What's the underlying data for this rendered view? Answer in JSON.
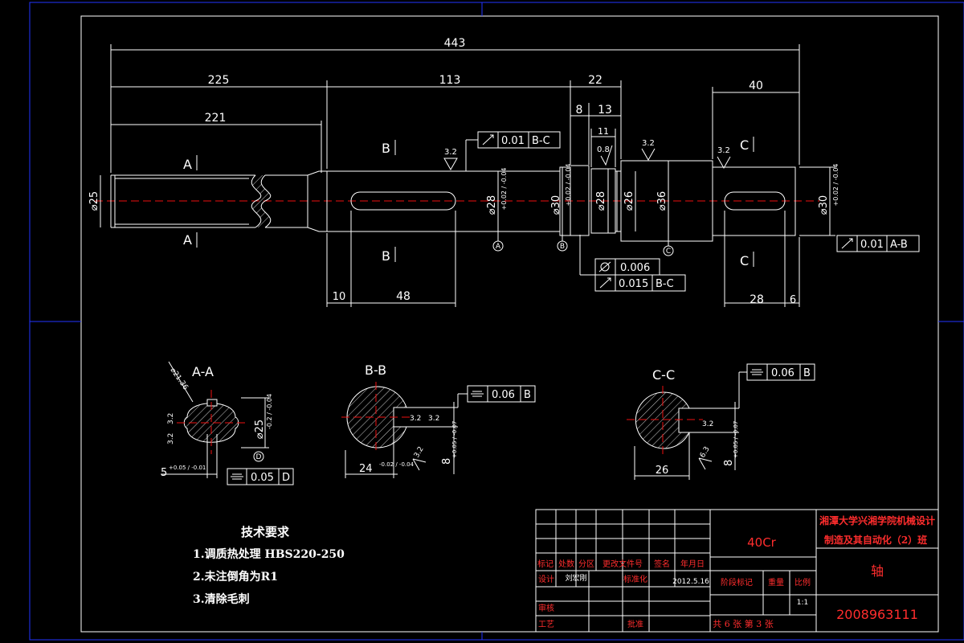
{
  "dimensions": {
    "total_length": "443",
    "left_section": "225",
    "left_thread": "221",
    "mid_section": "113",
    "step_22": "22",
    "step_8": "8",
    "step_13": "13",
    "step_11": "11",
    "right_40": "40",
    "key_offset_10": "10",
    "key_length_48": "48",
    "key_right_28": "28",
    "key_right_6": "6",
    "dia_25": "⌀25",
    "dia_28_fit": "⌀28",
    "dia_28_tol": "+0.02 / -0.04",
    "dia_30_fit": "⌀30",
    "dia_30_tol": "+0.02 / -0.04",
    "dia_28": "⌀28",
    "dia_26": "⌀26",
    "dia_36": "⌀36",
    "dia_30_right": "⌀30",
    "roughness_32": "3.2",
    "roughness_08": "0.8",
    "roughness_63": "6.3"
  },
  "section_marks": {
    "a": "A",
    "b": "B",
    "c": "C"
  },
  "datums": {
    "a": "A",
    "b": "B",
    "c": "C",
    "d": "D"
  },
  "tolerance_frames": {
    "runout_bc": {
      "value": "0.01",
      "datum": "B-C"
    },
    "runout_ab": {
      "value": "0.01",
      "datum": "A-B"
    },
    "cyl": {
      "value": "0.006"
    },
    "runout_bc2": {
      "value": "0.015",
      "datum": "B-C"
    },
    "sym_b": {
      "value": "0.06",
      "datum": "B"
    },
    "sym_c": {
      "value": "0.06",
      "datum": "B"
    },
    "sym_a": {
      "value": "0.05",
      "datum": "D"
    }
  },
  "sections": {
    "aa": {
      "title": "A-A",
      "dia": "⌀25",
      "tol": "-0.2 / -0.04",
      "width": "5",
      "width_tol": "+0.05 / -0.01",
      "thread": "⌀21.36"
    },
    "bb": {
      "title": "B-B",
      "depth": "24",
      "depth_tol": "-0.02 / -0.04",
      "key": "8",
      "key_tol": "+0.05 / -0.07"
    },
    "cc": {
      "title": "C-C",
      "depth": "26",
      "key": "8",
      "key_tol": "+0.05 / -0.07"
    }
  },
  "notes": {
    "title": "技术要求",
    "items": [
      "1.调质热处理 HBS220-250",
      "2.未注倒角为R1",
      "3.清除毛刺"
    ]
  },
  "title_block": {
    "school": "湘潭大学兴湘学院机械设计",
    "class": "制造及其自动化（2）班",
    "material": "40Cr",
    "part_name": "轴",
    "drawing_no": "2008963111",
    "headers": [
      "标记",
      "处数",
      "分区",
      "更改文件号",
      "签名",
      "年月日"
    ],
    "design_label": "设计",
    "designer": "刘宏刚",
    "standard_label": "标准化",
    "date": "2012.5.16",
    "stage_label": "阶段标记",
    "weight_label": "重量",
    "scale_label": "比例",
    "scale": "1:1",
    "review_label": "审核",
    "process_label": "工艺",
    "approve_label": "批准",
    "sheets": "共 6 张  第 3 张"
  },
  "colors": {
    "background": "#000000",
    "line": "#ffffff",
    "frame": "#0000ff",
    "centerline": "#ee1111",
    "title_red": "#ff2d2d",
    "hatch": "#ffffff"
  }
}
